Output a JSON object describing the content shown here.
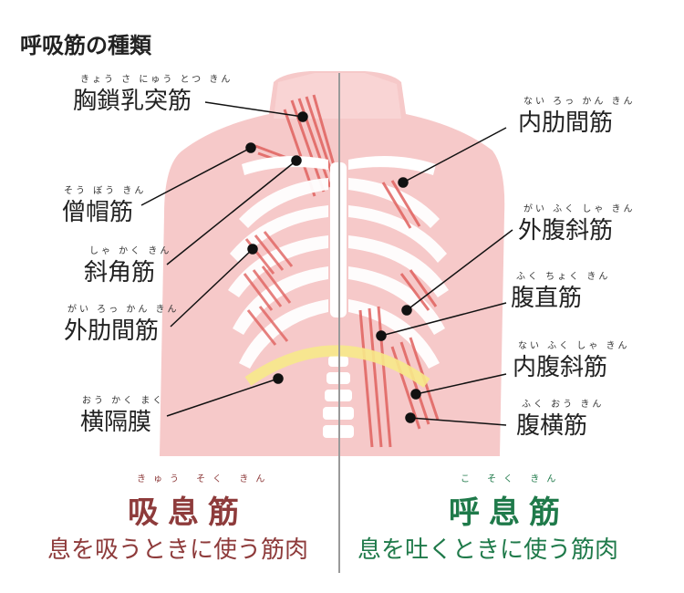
{
  "title": "呼吸筋の種類",
  "left_labels": [
    {
      "name": "胸鎖乳突筋",
      "furi": "きょう さ にゅう とつ きん"
    },
    {
      "name": "僧帽筋",
      "furi": "そう ぼう きん"
    },
    {
      "name": "斜角筋",
      "furi": "しゃ かく きん"
    },
    {
      "name": "外肋間筋",
      "furi": "がい ろっ かん きん"
    },
    {
      "name": "横隔膜",
      "furi": "おう かく まく"
    }
  ],
  "right_labels": [
    {
      "name": "内肋間筋",
      "furi": "ない ろっ かん きん"
    },
    {
      "name": "外腹斜筋",
      "furi": "がい ふく しゃ きん"
    },
    {
      "name": "腹直筋",
      "furi": "ふく ちょく きん"
    },
    {
      "name": "内腹斜筋",
      "furi": "ない ふく しゃ きん"
    },
    {
      "name": "腹横筋",
      "furi": "ふく おう きん"
    }
  ],
  "inhale": {
    "label": "吸息筋",
    "furi": "きゅう そく きん",
    "desc": "息を吸うときに使う筋肉",
    "color": "#8e3b3b"
  },
  "exhale": {
    "label": "呼息筋",
    "furi": "こ そく きん",
    "desc": "息を吐くときに使う筋肉",
    "color": "#1f7a4a"
  },
  "colors": {
    "skin": "#f6c9c9",
    "muscle": "#e0625f",
    "bone": "#ffffff",
    "diaphragm": "#f7e98a",
    "divider": "#9a9a9a"
  }
}
